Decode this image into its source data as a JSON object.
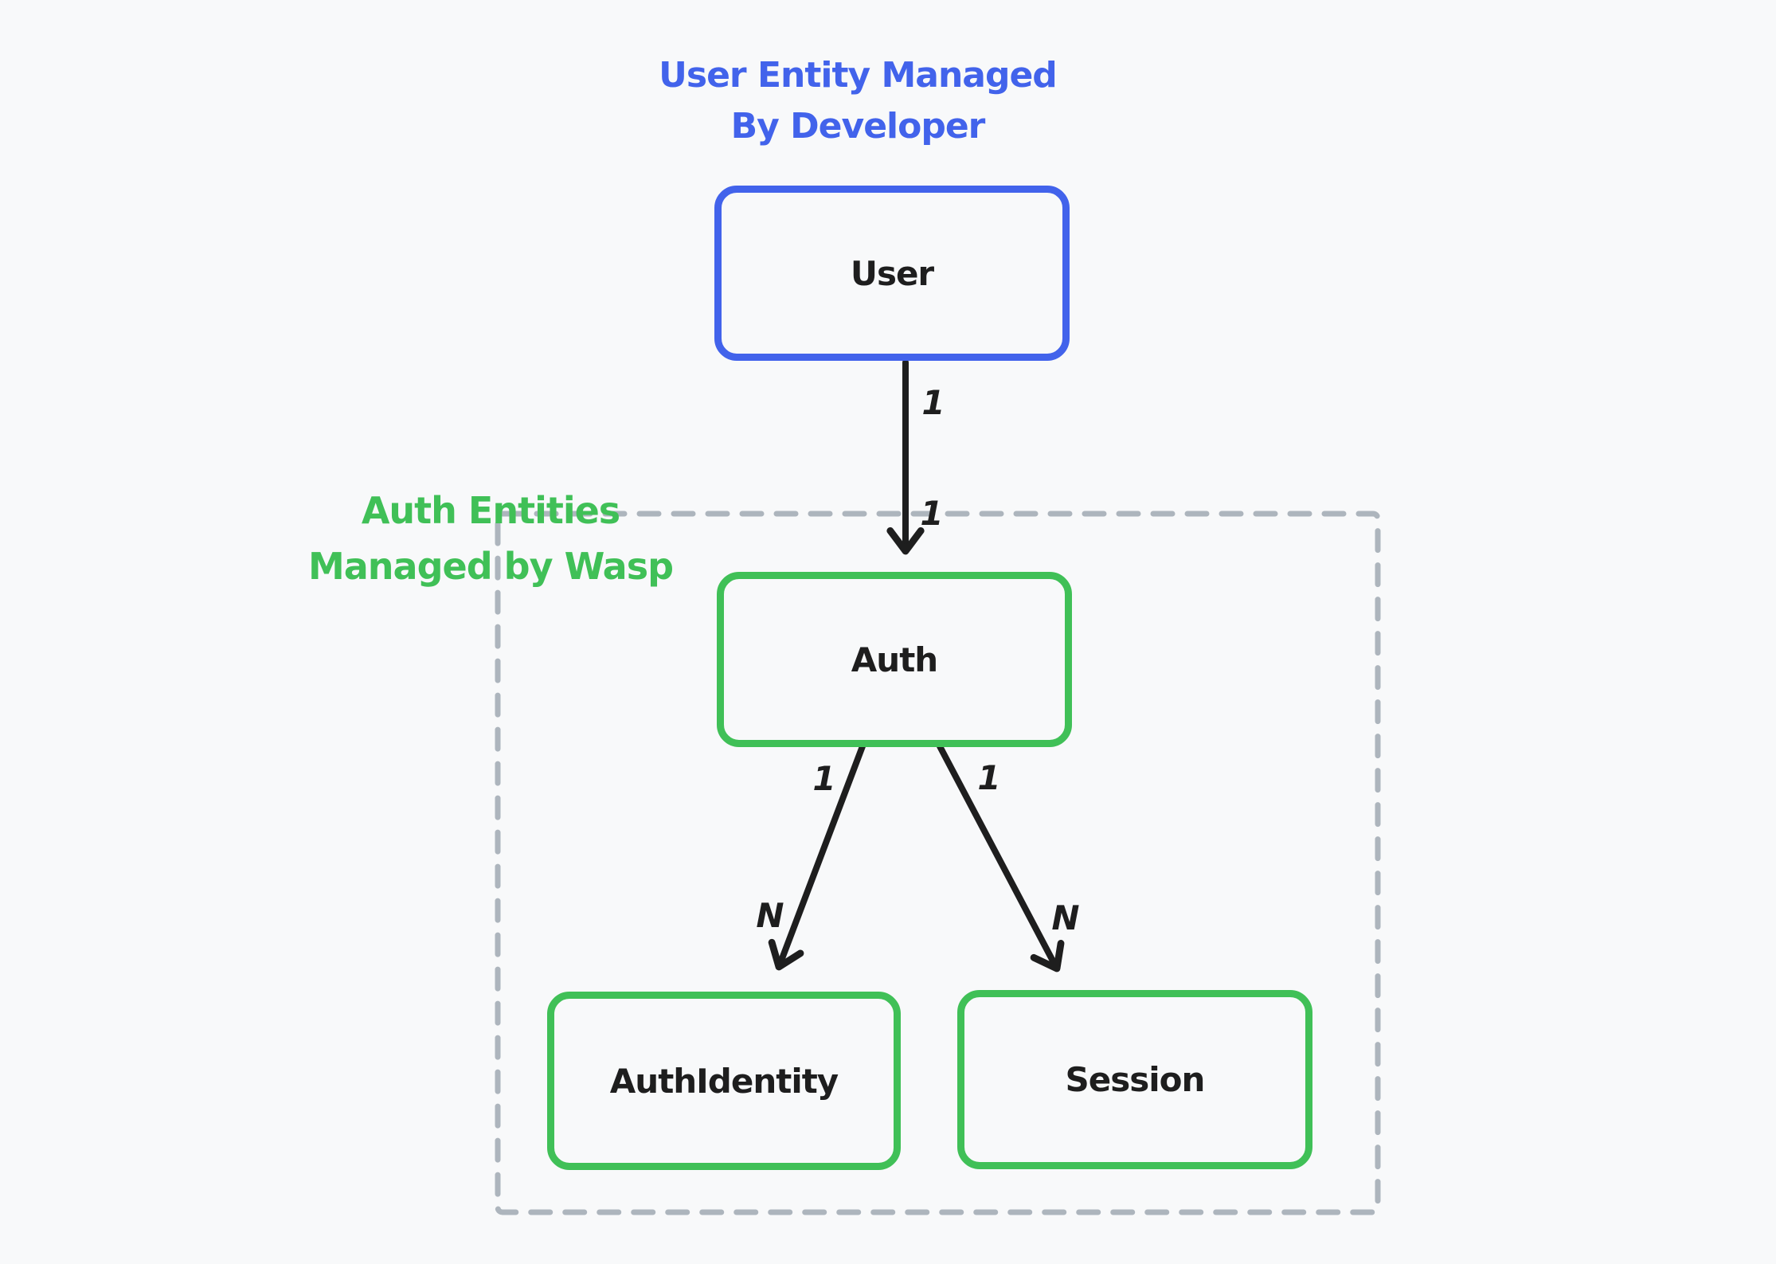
{
  "annotations": {
    "user_group": {
      "line1": "User Entity Managed",
      "line2": "By Developer",
      "color": "#4263eb"
    },
    "wasp_group": {
      "line1": "Auth Entities",
      "line2": "Managed by Wasp",
      "color": "#40c057"
    }
  },
  "nodes": {
    "user": {
      "label": "User",
      "border_color": "#4263eb"
    },
    "auth": {
      "label": "Auth",
      "border_color": "#40c057"
    },
    "auth_identity": {
      "label": "AuthIdentity",
      "border_color": "#40c057"
    },
    "session": {
      "label": "Session",
      "border_color": "#40c057"
    }
  },
  "edges": {
    "user_auth": {
      "from": "User",
      "to": "Auth",
      "source_label": "1",
      "target_label": "1"
    },
    "auth_auth_identity": {
      "from": "Auth",
      "to": "AuthIdentity",
      "source_label": "1",
      "target_label": "N"
    },
    "auth_session": {
      "from": "Auth",
      "to": "Session",
      "source_label": "1",
      "target_label": "N"
    }
  },
  "colors": {
    "background": "#f8f9fa",
    "blue_accent": "#4263eb",
    "green_accent": "#40c057",
    "arrow": "#1e1e1e",
    "boundary_gray": "#adb5bd",
    "node_text": "#1e1e1e"
  }
}
